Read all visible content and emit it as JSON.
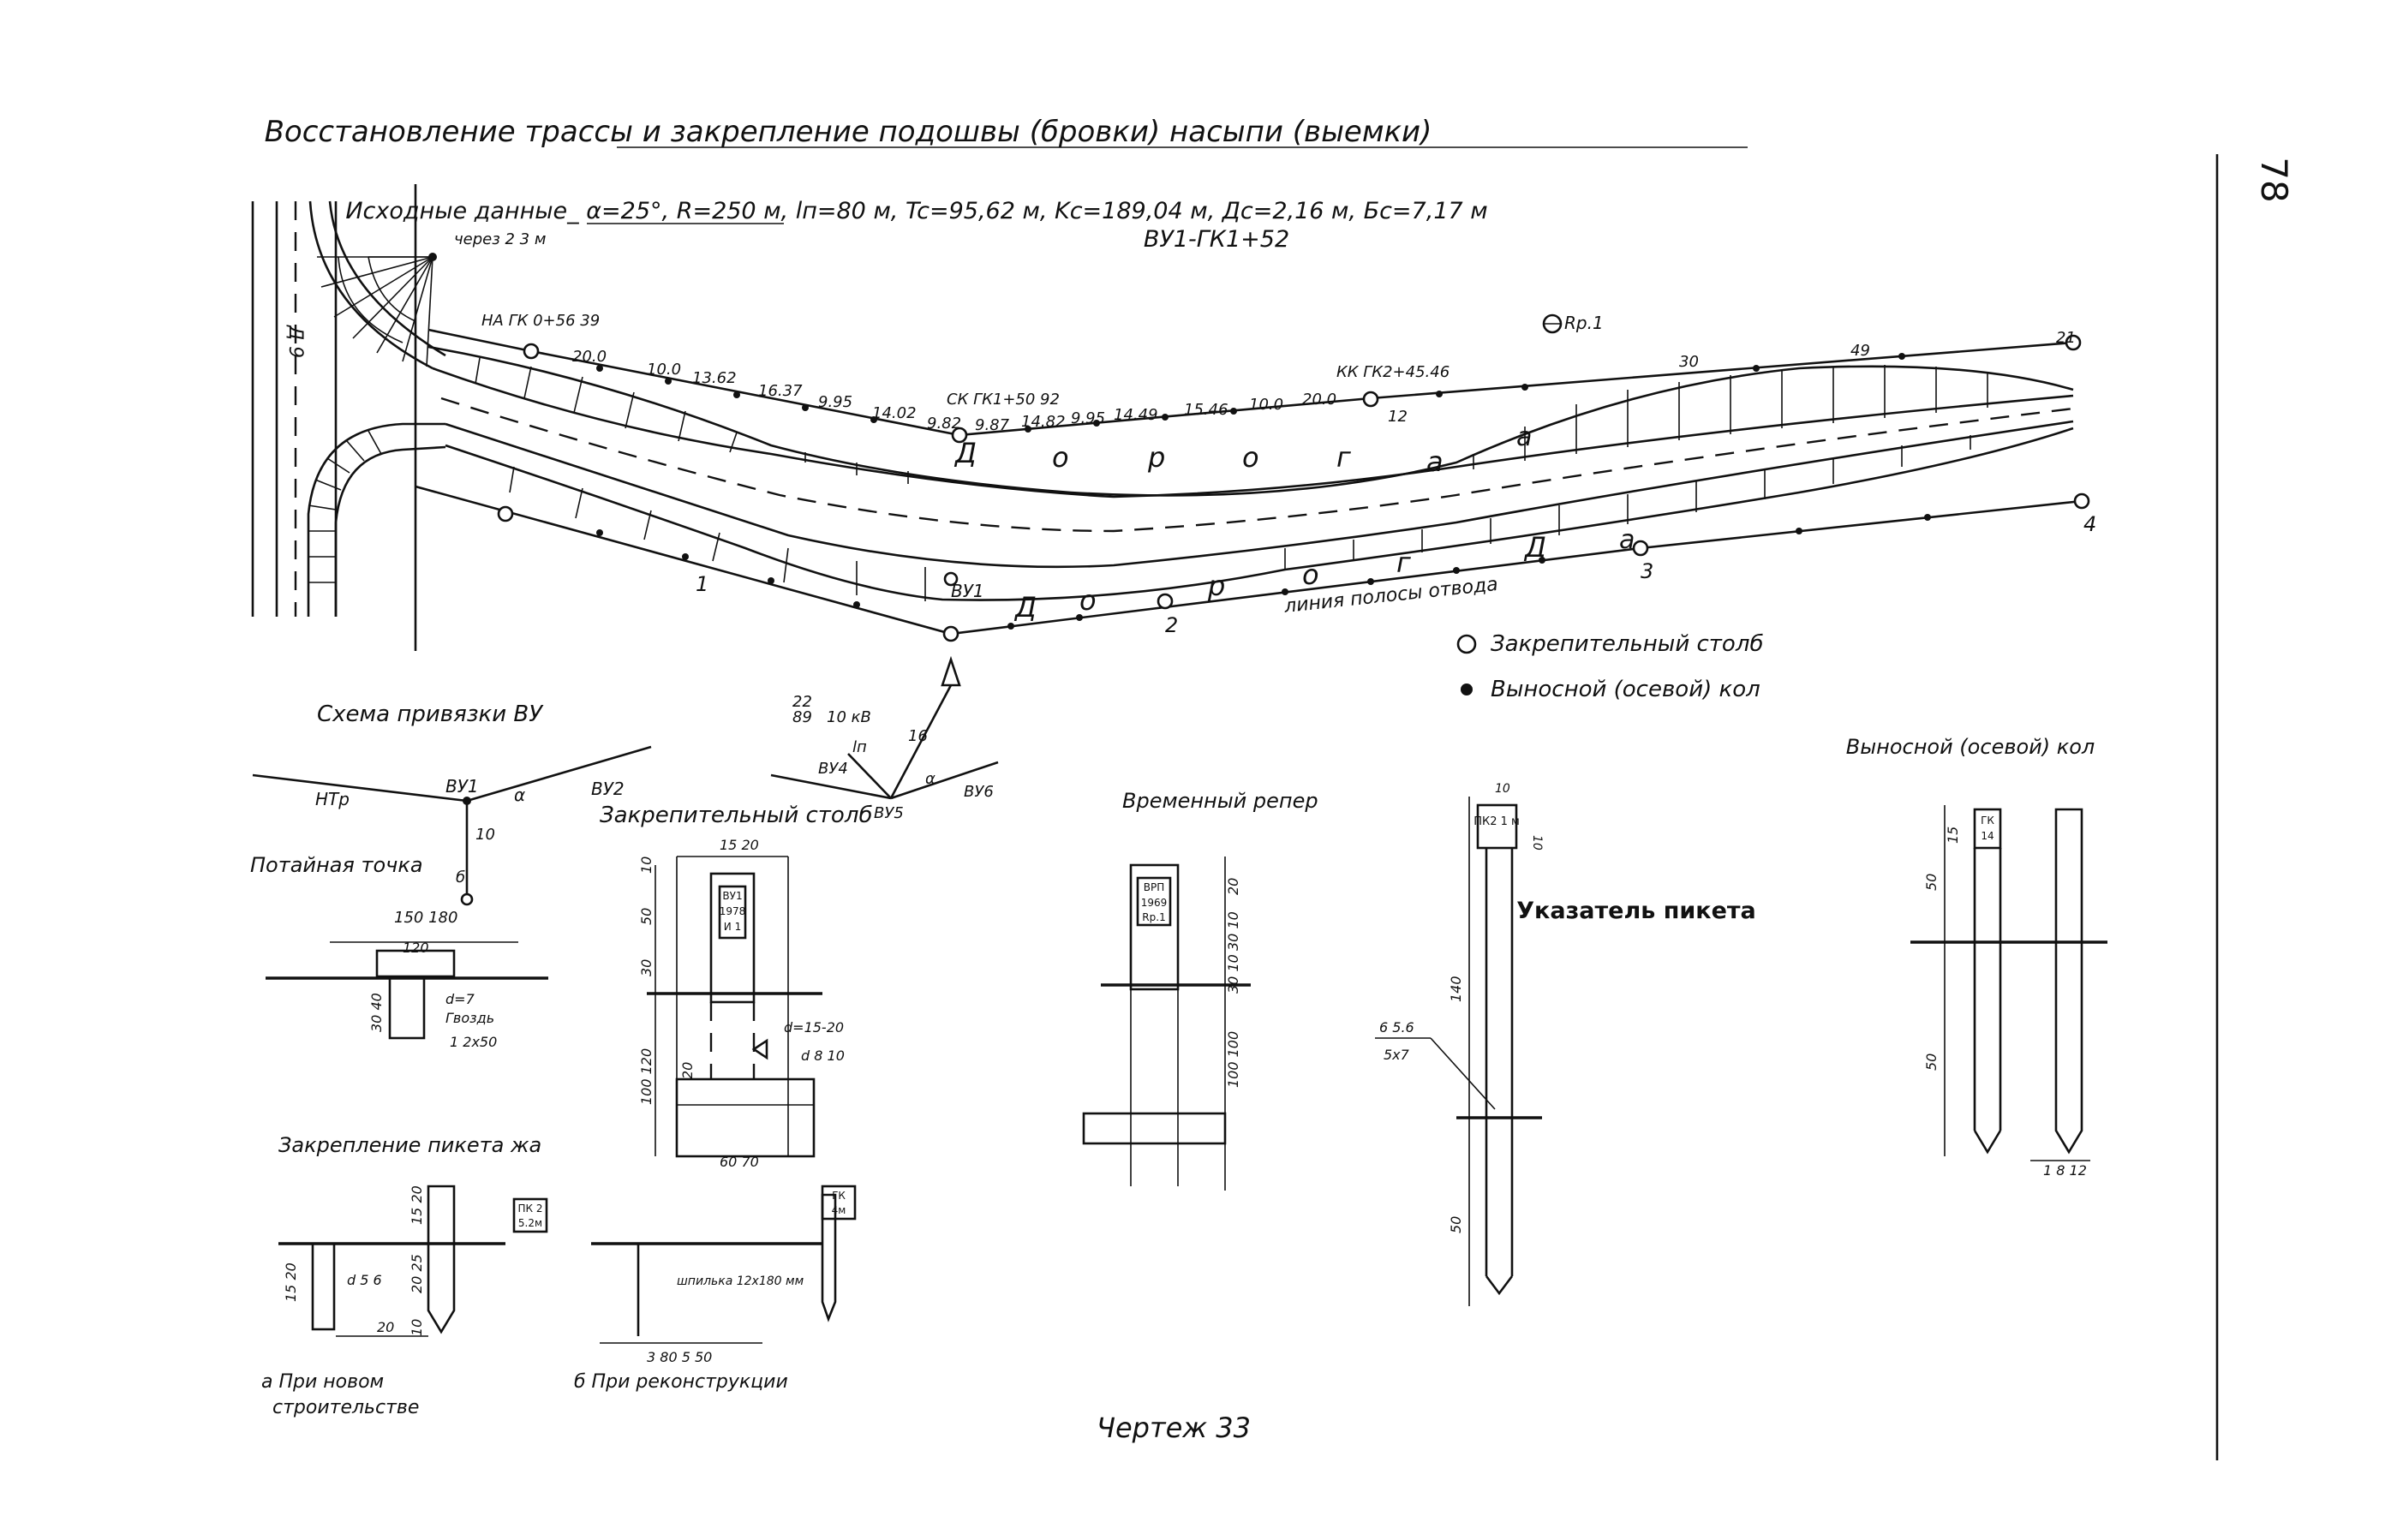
{
  "header": {
    "title": "Восстановление трассы и закрепление подошвы (бровки) насыпи (выемки)",
    "input_data": "Исходные данные_ α=25°, R=250 м, lп=80 м, Tc=95,62 м, Kc=189,04 м, Дc=2,16 м, Бc=7,17 м",
    "station": "ВУ1-ГК1+52",
    "page_number": "78"
  },
  "plan": {
    "road_label_letters": [
      "Д",
      "о",
      "р",
      "о",
      "г",
      "а"
    ],
    "offset_label": "через 2 3 м",
    "distances": [
      "20.0",
      "10.0",
      "13.62",
      "16.37",
      "9.95",
      "14.02",
      "9.82",
      "9.87",
      "14.82",
      "9.95",
      "14.49",
      "15.46",
      "10.0",
      "20.0",
      "30",
      "49"
    ],
    "point_labels": [
      "НА ГК 0+56 39",
      "СК ГК1+50 92",
      "КК ГК2+45.46",
      "Rp.1",
      "ВУ1"
    ],
    "numbers": [
      "1",
      "2",
      "3",
      "4",
      "12",
      "21"
    ],
    "right_of_way": "линия полосы отвода",
    "left_road_label": "Д 9"
  },
  "legend": {
    "post": "Закрепительный столб",
    "stake": "Выносной (осевой) кол"
  },
  "detail_vu": {
    "title": "Схема привязки ВУ",
    "labels": [
      "ВУ1",
      "ВУ2",
      "α",
      "НТр",
      "10",
      "б"
    ],
    "hidden_point": "Потайная точка",
    "dims": [
      "150 180",
      "120",
      "30 40",
      "d=7",
      "Гвоздь",
      "1 2x50"
    ]
  },
  "detail_vu5": {
    "labels": [
      "22",
      "89",
      "10 кВ",
      "16",
      "ВУ4",
      "ВУ5",
      "ВУ6",
      "α",
      "lп"
    ]
  },
  "detail_post": {
    "title": "Закрепительный столб",
    "dims": [
      "15 20",
      "10",
      "50",
      "30",
      "100 120",
      "20",
      "d=15-20",
      "d 8 10",
      "60 70"
    ],
    "plate": [
      "ВУ1",
      "1978",
      "И 1"
    ]
  },
  "detail_benchmark": {
    "title": "Временный репер",
    "plate": [
      "ВРП",
      "1969",
      "Rp.1"
    ],
    "dims": [
      "10",
      "20",
      "30 10",
      "30 10",
      "100 100"
    ]
  },
  "detail_pointer": {
    "title": "Указатель пикета",
    "plate": "ПК2 1 м",
    "dims": [
      "10",
      "10",
      "140",
      "6 5.6",
      "5x7",
      "50"
    ]
  },
  "detail_stake": {
    "title": "Выносной (осевой) кол",
    "plate": [
      "ГК",
      "14"
    ],
    "dims": [
      "15",
      "50",
      "50",
      "1 8 12"
    ]
  },
  "detail_picket": {
    "title": "Закрепление пикета жа",
    "plate_a": [
      "ПК 2",
      "5.2м"
    ],
    "plate_b": [
      "ГК",
      "4м"
    ],
    "dims": [
      "15 20",
      "15 20",
      "20 25",
      "10",
      "d 5 6",
      "20",
      "шпилька 12х180 мм",
      "3 80 5 50"
    ],
    "caption_a": [
      "а При новом",
      "строительстве"
    ],
    "caption_b": "б При реконструкции"
  },
  "footer": {
    "caption": "Чертеж 33"
  }
}
